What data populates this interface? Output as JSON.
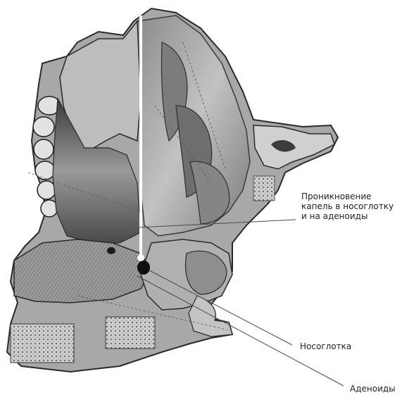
{
  "labels": {
    "penetration": {
      "lines": [
        "Проникновение",
        "капель в носоглотку",
        "и на аденоиды"
      ]
    },
    "nasopharynx": "Носоглотка",
    "adenoids": "Аденоиды"
  },
  "colors": {
    "tissue_dark": "#2e2e2e",
    "tissue_mid": "#6f6f6f",
    "tissue_light": "#b9b9b9",
    "bone": "#d9d9d9",
    "drop_path": "#ffffff",
    "leader_line": "#4a4a4a"
  }
}
